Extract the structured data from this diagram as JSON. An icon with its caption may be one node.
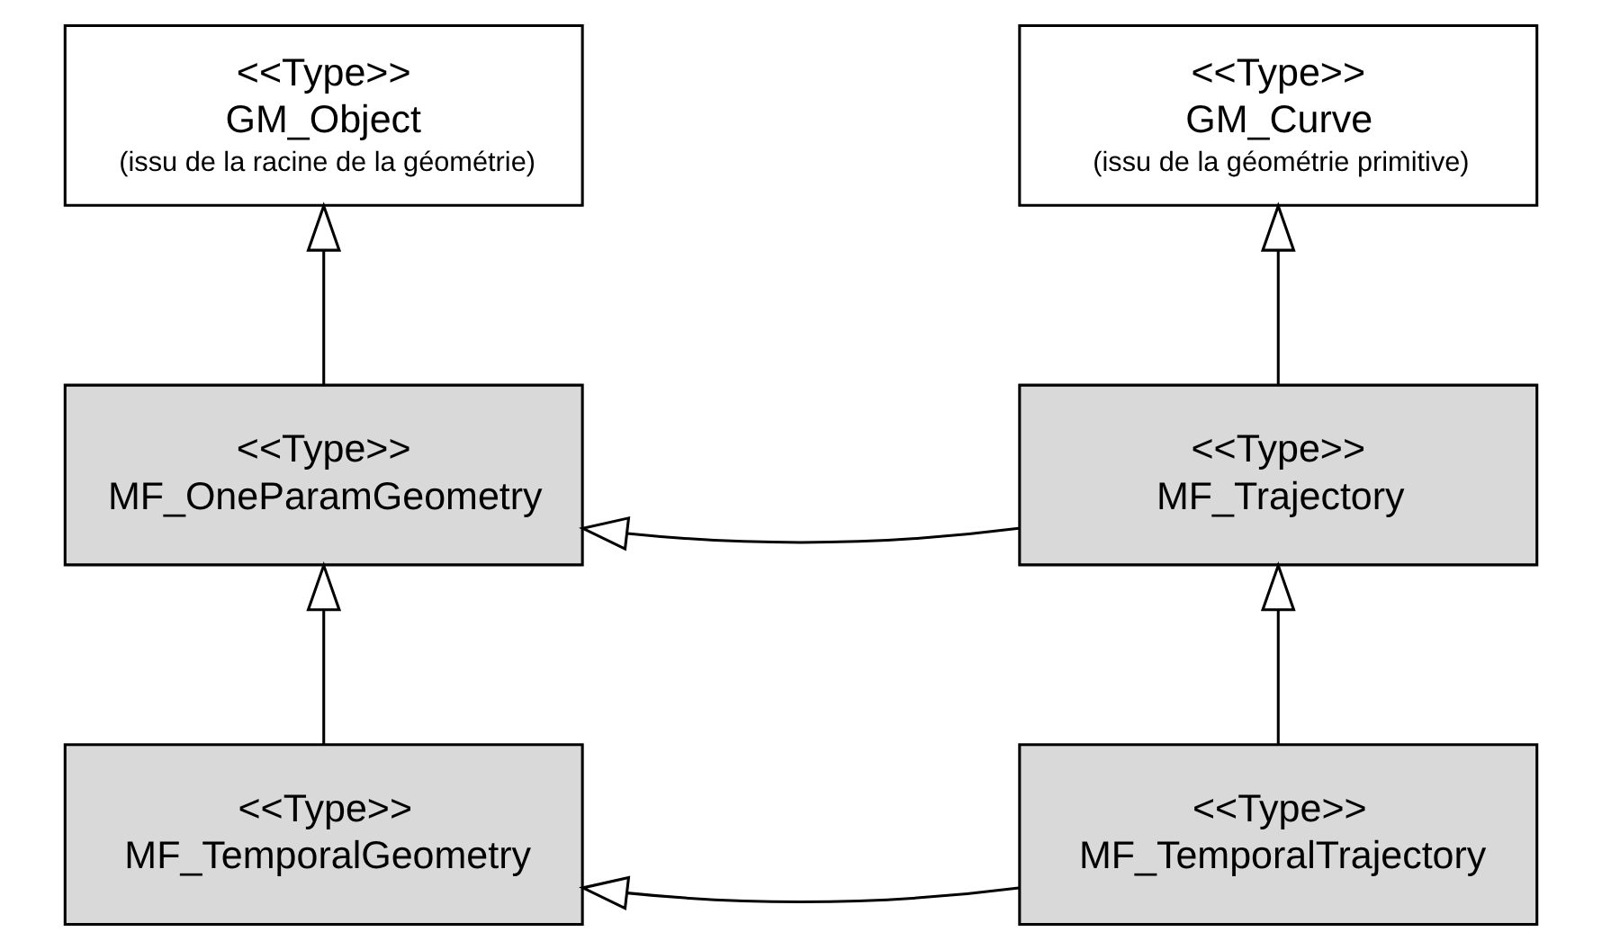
{
  "diagram": {
    "nodes": [
      {
        "text": [
          "<<Type>>",
          "GM_Object",
          "(issu de la racine de la géométrie)"
        ]
      },
      {
        "text": [
          "<<Type>>",
          "GM_Curve",
          "(issu de la géométrie primitive)"
        ]
      },
      {
        "text": [
          "<<Type>>",
          "MF_OneParamGeometry"
        ]
      },
      {
        "text": [
          "<<Type>>",
          "MF_Trajectory"
        ]
      },
      {
        "text": [
          "<<Type>>",
          "MF_TemporalGeometry"
        ]
      },
      {
        "text": [
          "<<Type>>",
          "MF_TemporalTrajectory"
        ]
      }
    ],
    "edges": [
      {
        "from": 2,
        "to": 0,
        "arrow": "to"
      },
      {
        "from": 3,
        "to": 2,
        "arrow": "to"
      },
      {
        "from": 3,
        "to": 1,
        "arrow": "to"
      },
      {
        "from": 4,
        "to": 2,
        "arrow": "to"
      },
      {
        "from": 5,
        "to": 4,
        "arrow": "to"
      },
      {
        "from": 5,
        "to": 3,
        "arrow": "to"
      }
    ]
  }
}
